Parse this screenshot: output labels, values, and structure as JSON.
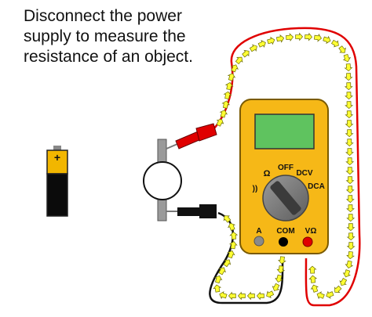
{
  "caption": {
    "line1": "Disconnect the power",
    "line2": "supply to measure the",
    "line3": "resistance of an object."
  },
  "battery": {
    "plus_label": "+"
  },
  "multimeter": {
    "dial_off": "OFF",
    "dial_ohm": "Ω",
    "dial_dcv": "DCV",
    "dial_dca": "DCA",
    "dial_continuity": "))",
    "port_a": "A",
    "port_com": "COM",
    "port_vohm": "VΩ"
  },
  "colors": {
    "meter_body": "#f6b817",
    "meter_outline": "#7a5a00",
    "screen": "#5fc35f",
    "probe_red": "#e00000",
    "probe_black": "#111111",
    "arrow_fill": "#ffff33",
    "arrow_stroke": "#6b6b00",
    "battery_top": "#f2b600"
  },
  "icons": {
    "arrow": "current-flow-arrow",
    "component": "resistor-component",
    "battery": "battery-icon"
  }
}
